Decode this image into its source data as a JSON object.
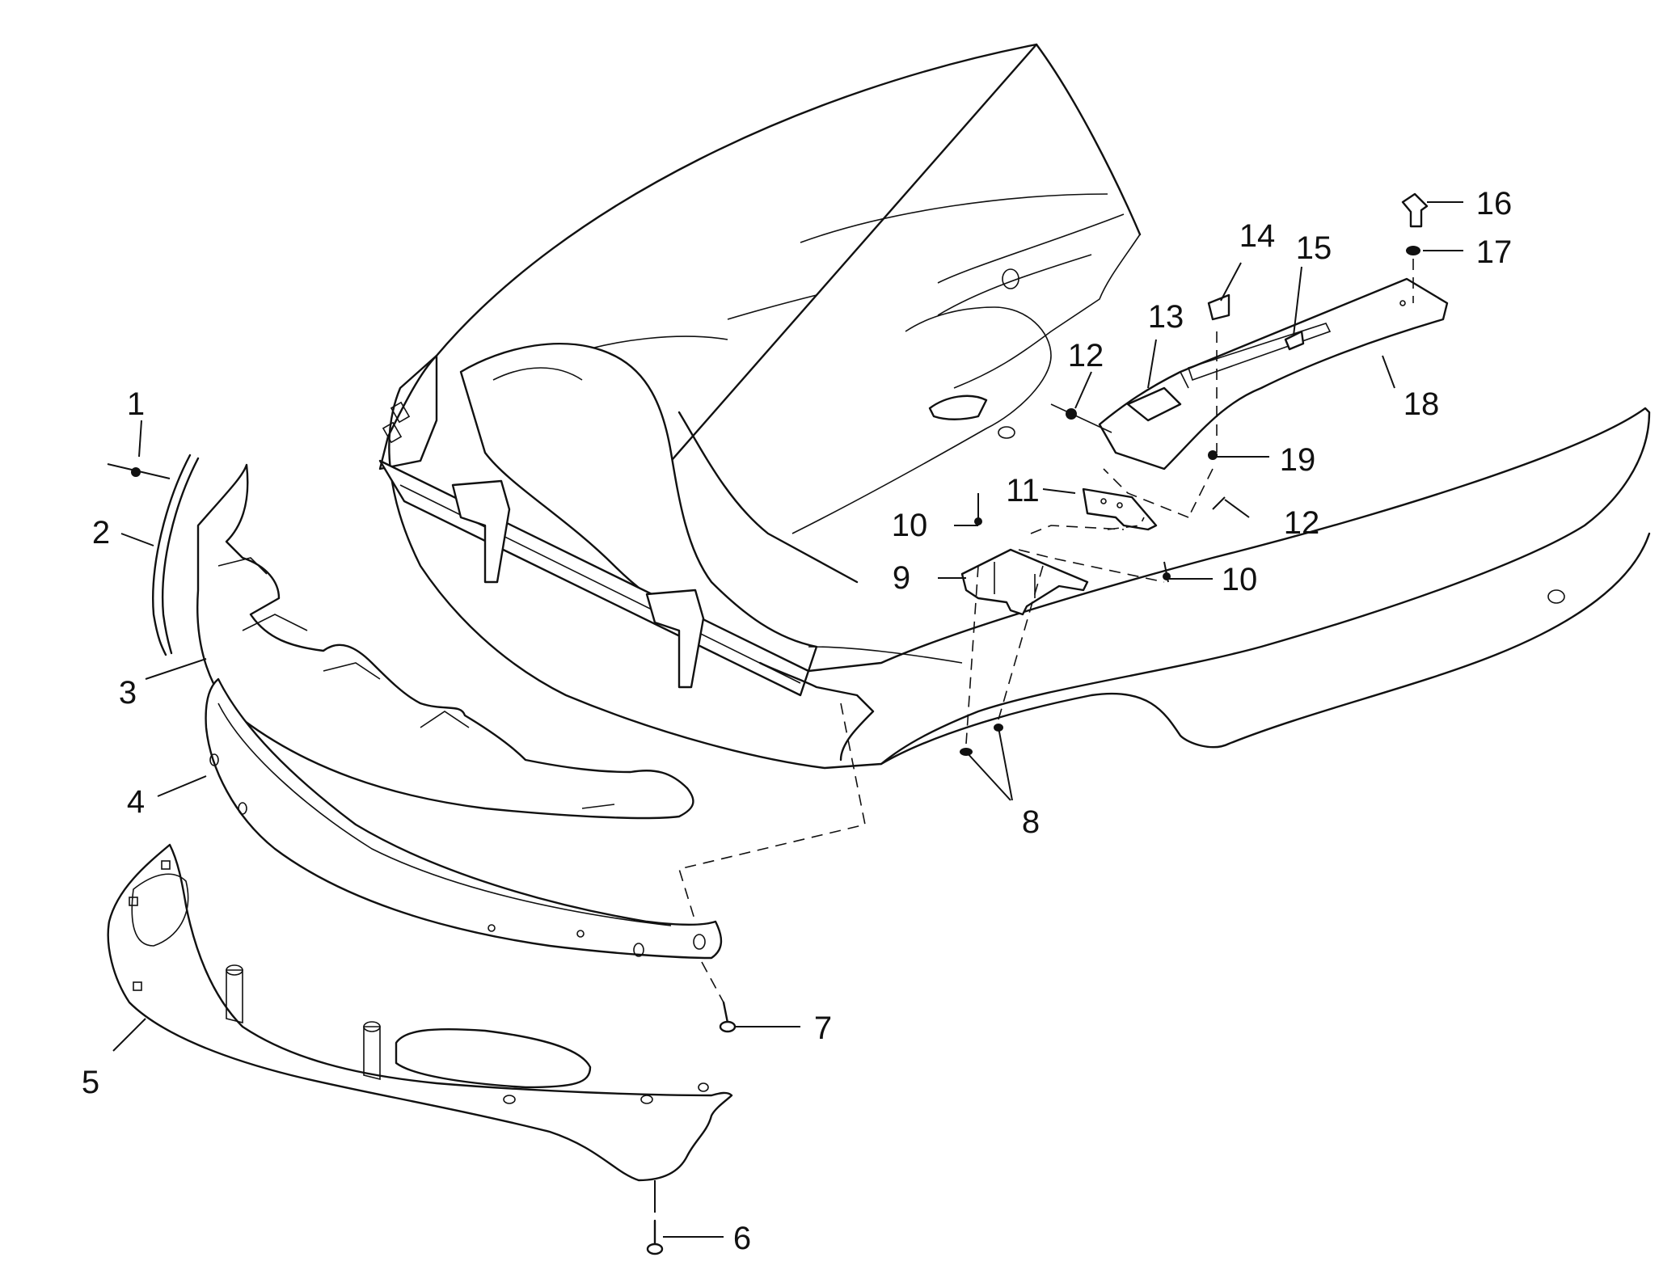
{
  "diagram": {
    "callouts": [
      {
        "id": "1",
        "label": "1"
      },
      {
        "id": "2",
        "label": "2"
      },
      {
        "id": "3",
        "label": "3"
      },
      {
        "id": "4",
        "label": "4"
      },
      {
        "id": "5",
        "label": "5"
      },
      {
        "id": "6",
        "label": "6"
      },
      {
        "id": "7",
        "label": "7"
      },
      {
        "id": "8",
        "label": "8"
      },
      {
        "id": "9",
        "label": "9"
      },
      {
        "id": "10a",
        "label": "10"
      },
      {
        "id": "10b",
        "label": "10"
      },
      {
        "id": "11",
        "label": "11"
      },
      {
        "id": "12a",
        "label": "12"
      },
      {
        "id": "12b",
        "label": "12"
      },
      {
        "id": "13",
        "label": "13"
      },
      {
        "id": "14",
        "label": "14"
      },
      {
        "id": "15",
        "label": "15"
      },
      {
        "id": "16",
        "label": "16"
      },
      {
        "id": "17",
        "label": "17"
      },
      {
        "id": "18",
        "label": "18"
      },
      {
        "id": "19",
        "label": "19"
      }
    ]
  }
}
